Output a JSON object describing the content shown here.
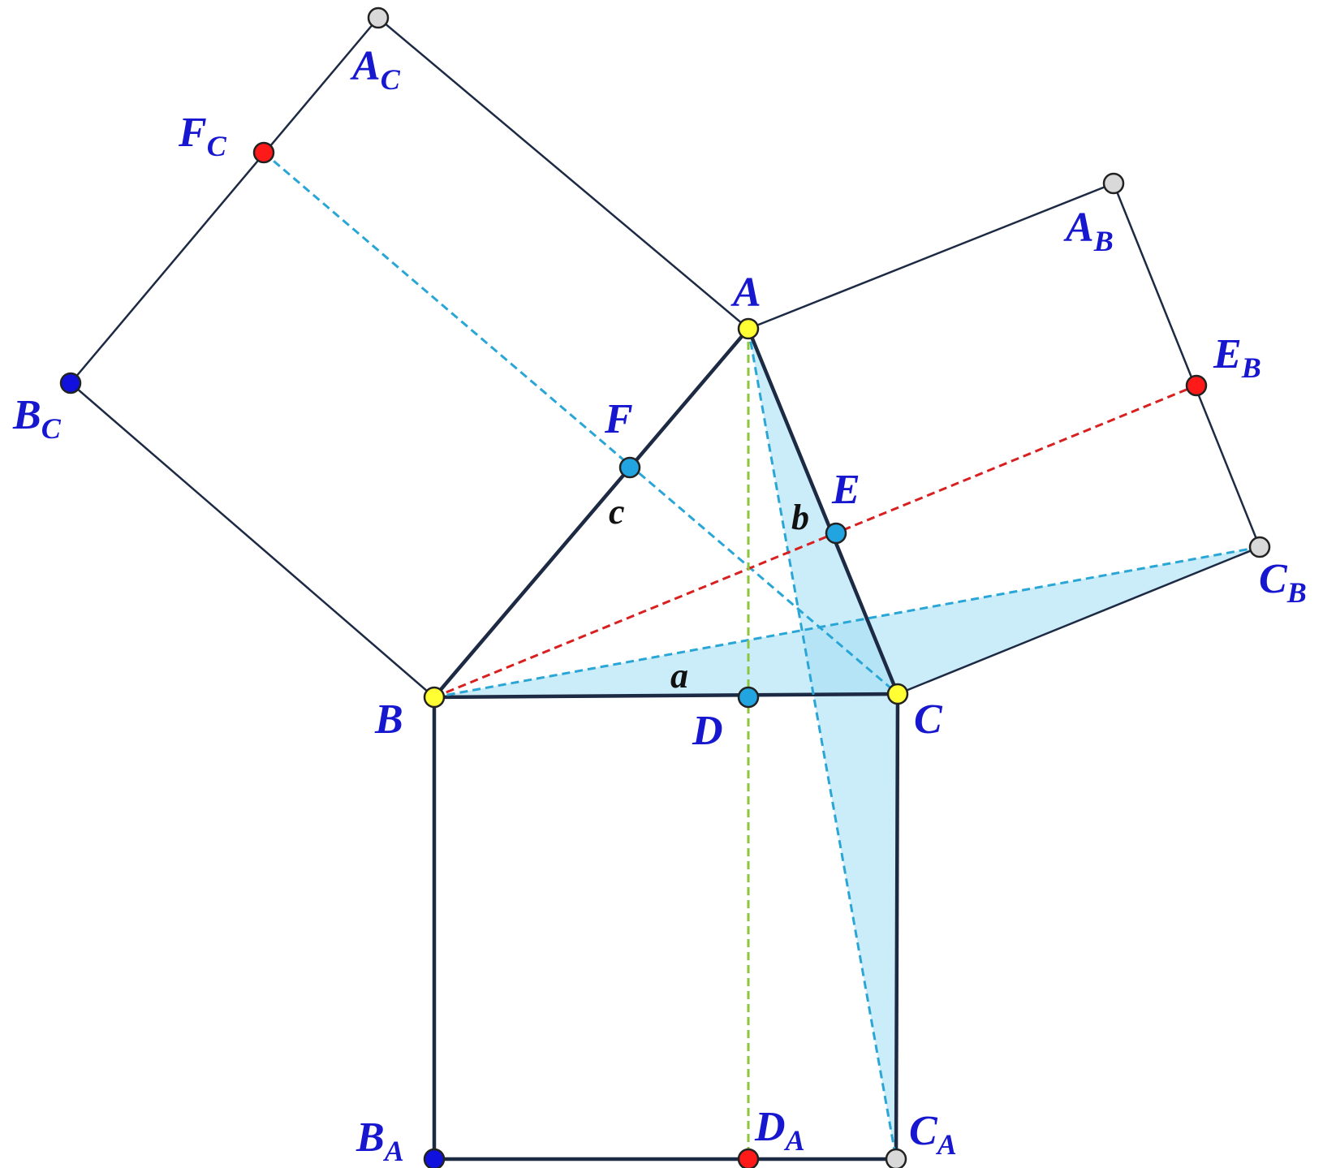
{
  "colors": {
    "label": "#1717cf",
    "side_label": "#111111",
    "edge": "#1d2a44",
    "fill_region": "#a9e0f5",
    "dash_cyan": "#2aa6d6",
    "dash_red": "#d92020",
    "dash_green": "#8cc63f",
    "point_yellow": "#ffff33",
    "point_cyan": "#22a4e0",
    "point_red": "#ff1a1a",
    "point_blue": "#1111dd",
    "point_gray": "#d9d9d9"
  },
  "points": {
    "A": {
      "name": "A",
      "sub": "",
      "role": "triangle-vertex"
    },
    "B": {
      "name": "B",
      "sub": "",
      "role": "triangle-vertex"
    },
    "C": {
      "name": "C",
      "sub": "",
      "role": "triangle-vertex"
    },
    "D": {
      "name": "D",
      "sub": "",
      "role": "foot"
    },
    "E": {
      "name": "E",
      "sub": "",
      "role": "foot"
    },
    "F": {
      "name": "F",
      "sub": "",
      "role": "foot"
    },
    "AC": {
      "name": "A",
      "sub": "C",
      "role": "square-vertex"
    },
    "BC": {
      "name": "B",
      "sub": "C",
      "role": "square-vertex"
    },
    "FC": {
      "name": "F",
      "sub": "C",
      "role": "projection"
    },
    "AB": {
      "name": "A",
      "sub": "B",
      "role": "square-vertex"
    },
    "CB": {
      "name": "C",
      "sub": "B",
      "role": "square-vertex"
    },
    "EB": {
      "name": "E",
      "sub": "B",
      "role": "projection"
    },
    "BA": {
      "name": "B",
      "sub": "A",
      "role": "square-vertex"
    },
    "CA": {
      "name": "C",
      "sub": "A",
      "role": "square-vertex"
    },
    "DA": {
      "name": "D",
      "sub": "A",
      "role": "projection"
    }
  },
  "sides": {
    "a": "a",
    "b": "b",
    "c": "c"
  }
}
